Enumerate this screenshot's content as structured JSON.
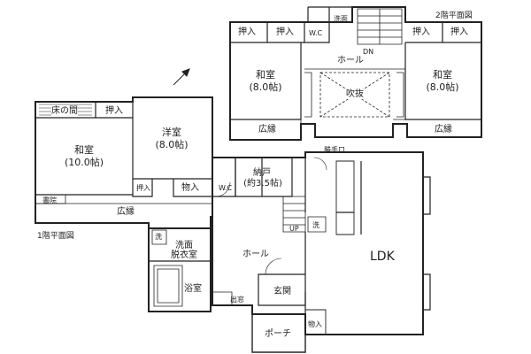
{
  "floor_titles": {
    "first": "1階平面図",
    "second": "2階平面図"
  },
  "second_floor": {
    "washroom": "洗面",
    "wc": "W.C",
    "closets": [
      "押入",
      "押入",
      "押入",
      "押入"
    ],
    "stair_dn": "DN",
    "hall": "ホール",
    "left_room": {
      "name": "和室",
      "size": "(8.0帖)"
    },
    "right_room": {
      "name": "和室",
      "size": "(8.0帖)"
    },
    "void": "吹抜",
    "veranda_left": "広縁",
    "veranda_right": "広縁"
  },
  "first_floor": {
    "tokonoma": "床の間",
    "closet_top": "押入",
    "japanese_room": {
      "name": "和室",
      "size": "(10.0帖)"
    },
    "western_room": {
      "name": "洋室",
      "size": "(8.0帖)"
    },
    "shoin": "書院",
    "closet_small": "押入",
    "storage_small": "物入",
    "wc": "W.C",
    "closet_storage": {
      "name": "納戸",
      "size": "(約3.5帖)"
    },
    "veranda": "広縁",
    "back_door": "勝手口",
    "stair_up": "UP",
    "washer": "洗",
    "washer2": "洗",
    "dressing": {
      "line1": "洗面",
      "line2": "脱衣室"
    },
    "hall": "ホール",
    "ldk": "LDK",
    "bath": "浴室",
    "back_exit": "出窓",
    "entrance": "玄関",
    "storage_bottom": "物入",
    "porch": "ポーチ"
  }
}
